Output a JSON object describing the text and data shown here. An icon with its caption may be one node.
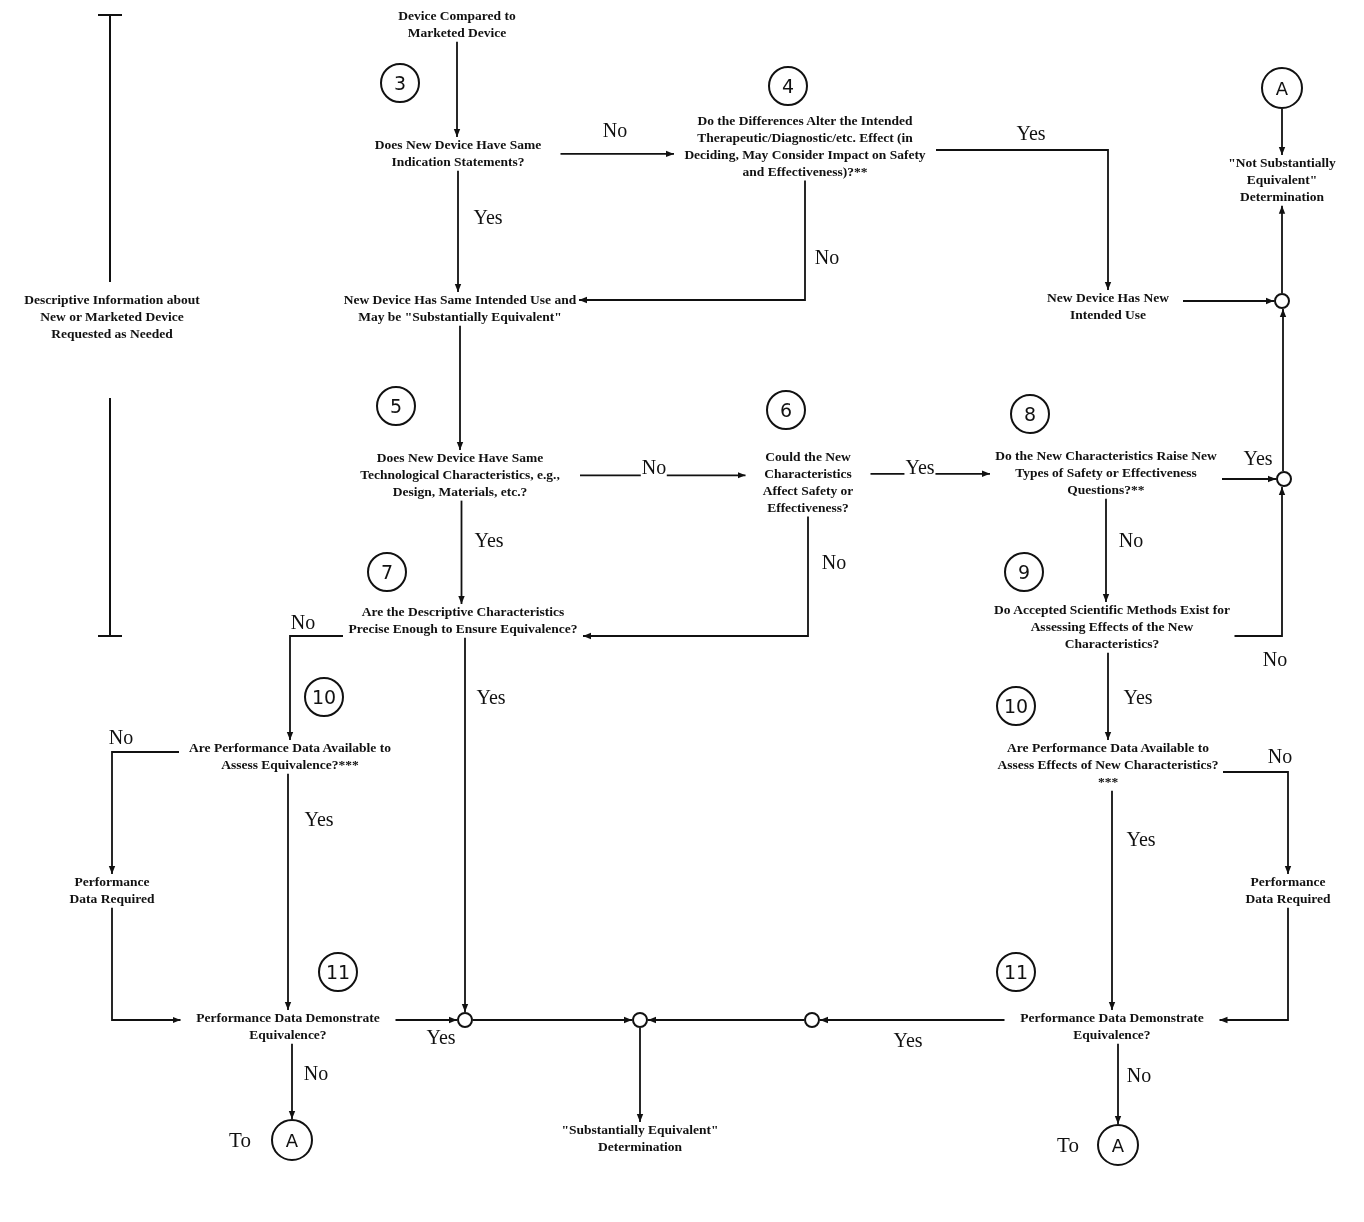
{
  "diagram": {
    "nodes": [
      {
        "text": [
          "Device Compared to Marketed Device"
        ]
      },
      {
        "text": [
          "Does New Device Have Same Indication Statements?"
        ]
      },
      {
        "text": [
          "Do the Differences Alter the Intended Therapeutic/Diagnostic/etc. Effect (in Deciding, May Consider Impact on Safety and Effectiveness)?**"
        ]
      },
      {
        "text": [
          "New Device Has Same Intended Use and May be \"Substantially Equivalent\""
        ]
      },
      {
        "text": [
          "New Device Has New Intended Use"
        ]
      },
      {
        "text": [],
        "shape": "circle"
      },
      {
        "text": [
          "\"Not Substantially Equivalent\" Determination"
        ]
      },
      {
        "text": [
          "A"
        ]
      },
      {
        "text": [
          "Does New Device Have Same Technological Characteristics, e.g., Design, Materials, etc.?"
        ]
      },
      {
        "text": [
          "Could the New Characteristics Affect Safety or Effectiveness?"
        ]
      },
      {
        "text": [
          "Do the New Characteristics Raise New Types of Safety or Effectiveness Questions?**"
        ]
      },
      {
        "text": [],
        "shape": "circle"
      },
      {
        "text": [
          "Are the Descriptive Characteristics Precise Enough to Ensure Equivalence?"
        ]
      },
      {
        "text": [
          "Do Accepted Scientific Methods Exist for Assessing Effects of the New Characteristics?"
        ]
      },
      {
        "text": [
          "Are Performance Data Available to Assess Equivalence?***"
        ]
      },
      {
        "text": [
          "Are Performance Data Available to Assess Effects of New Characteristics?***"
        ]
      },
      {
        "text": [
          "Performance Data Required"
        ]
      },
      {
        "text": [
          "Performance Data Required"
        ]
      },
      {
        "text": [
          "Performance Data Demonstrate Equivalence?"
        ]
      },
      {
        "text": [],
        "shape": "circle"
      },
      {
        "text": [],
        "shape": "circle"
      },
      {
        "text": [],
        "shape": "circle"
      },
      {
        "text": [
          "Performance Data Demonstrate Equivalence?"
        ]
      },
      {
        "text": [
          "A"
        ],
        "beside": [
          "To"
        ]
      },
      {
        "text": [
          "A"
        ],
        "beside": [
          "To"
        ]
      },
      {
        "text": [
          "\"Substantially Equivalent\" Determination"
        ]
      },
      {
        "text": [
          "3"
        ]
      },
      {
        "text": [
          "4"
        ]
      },
      {
        "text": [
          "5"
        ]
      },
      {
        "text": [
          "6"
        ]
      },
      {
        "text": [
          "8"
        ]
      },
      {
        "text": [
          "7"
        ]
      },
      {
        "text": [
          "9"
        ]
      },
      {
        "text": [
          "10"
        ]
      },
      {
        "text": [
          "10"
        ]
      },
      {
        "text": [
          "11"
        ]
      },
      {
        "text": [
          "11"
        ]
      }
    ],
    "edges": [
      {
        "from": 0,
        "to": 1,
        "arrow": "to"
      },
      {
        "from": 1,
        "to": 2,
        "arrow": "to",
        "label": "No"
      },
      {
        "from": 1,
        "to": 3,
        "arrow": "to",
        "label": "Yes"
      },
      {
        "from": 2,
        "to": 3,
        "arrow": "to",
        "label": "No"
      },
      {
        "from": 2,
        "to": 4,
        "arrow": "to",
        "label": "Yes"
      },
      {
        "from": 4,
        "to": 5,
        "arrow": "to"
      },
      {
        "from": 5,
        "to": 6,
        "arrow": "to"
      },
      {
        "from": 7,
        "to": 6,
        "arrow": "to"
      },
      {
        "from": 3,
        "to": 8,
        "arrow": "to"
      },
      {
        "from": 8,
        "to": 9,
        "arrow": "to",
        "label": "No"
      },
      {
        "from": 9,
        "to": 10,
        "arrow": "to",
        "label": "Yes"
      },
      {
        "from": 10,
        "to": 11,
        "arrow": "to",
        "label": "Yes"
      },
      {
        "from": 11,
        "to": 5,
        "arrow": "to"
      },
      {
        "from": 8,
        "to": 12,
        "arrow": "to",
        "label": "Yes"
      },
      {
        "from": 9,
        "to": 12,
        "arrow": "to",
        "label": "No"
      },
      {
        "from": 10,
        "to": 13,
        "arrow": "to",
        "label": "No"
      },
      {
        "from": 13,
        "to": 11,
        "arrow": "to",
        "label": "No"
      },
      {
        "from": 13,
        "to": 15,
        "arrow": "to",
        "label": "Yes"
      },
      {
        "from": 12,
        "to": 14,
        "arrow": "to",
        "label": "No"
      },
      {
        "from": 12,
        "to": 19,
        "arrow": "to",
        "label": "Yes"
      },
      {
        "from": 14,
        "to": 16,
        "arrow": "to",
        "label": "No"
      },
      {
        "from": 14,
        "to": 18,
        "arrow": "to",
        "label": "Yes"
      },
      {
        "from": 16,
        "to": 18,
        "arrow": "to"
      },
      {
        "from": 15,
        "to": 17,
        "arrow": "to",
        "label": "No"
      },
      {
        "from": 15,
        "to": 22,
        "arrow": "to",
        "label": "Yes"
      },
      {
        "from": 17,
        "to": 22,
        "arrow": "to"
      },
      {
        "from": 18,
        "to": 19,
        "arrow": "to",
        "label": "Yes"
      },
      {
        "from": 19,
        "to": 20,
        "arrow": "to"
      },
      {
        "from": 21,
        "to": 20,
        "arrow": "to"
      },
      {
        "from": 22,
        "to": 21,
        "arrow": "to",
        "label": "Yes"
      },
      {
        "from": 18,
        "to": 23,
        "arrow": "to",
        "label": "No"
      },
      {
        "from": 22,
        "to": 24,
        "arrow": "to",
        "label": "No"
      },
      {
        "from": 20,
        "to": 25,
        "arrow": "to"
      }
    ],
    "labels": [
      "Descriptive Information about New or Marketed Device Requested as Needed"
    ]
  }
}
